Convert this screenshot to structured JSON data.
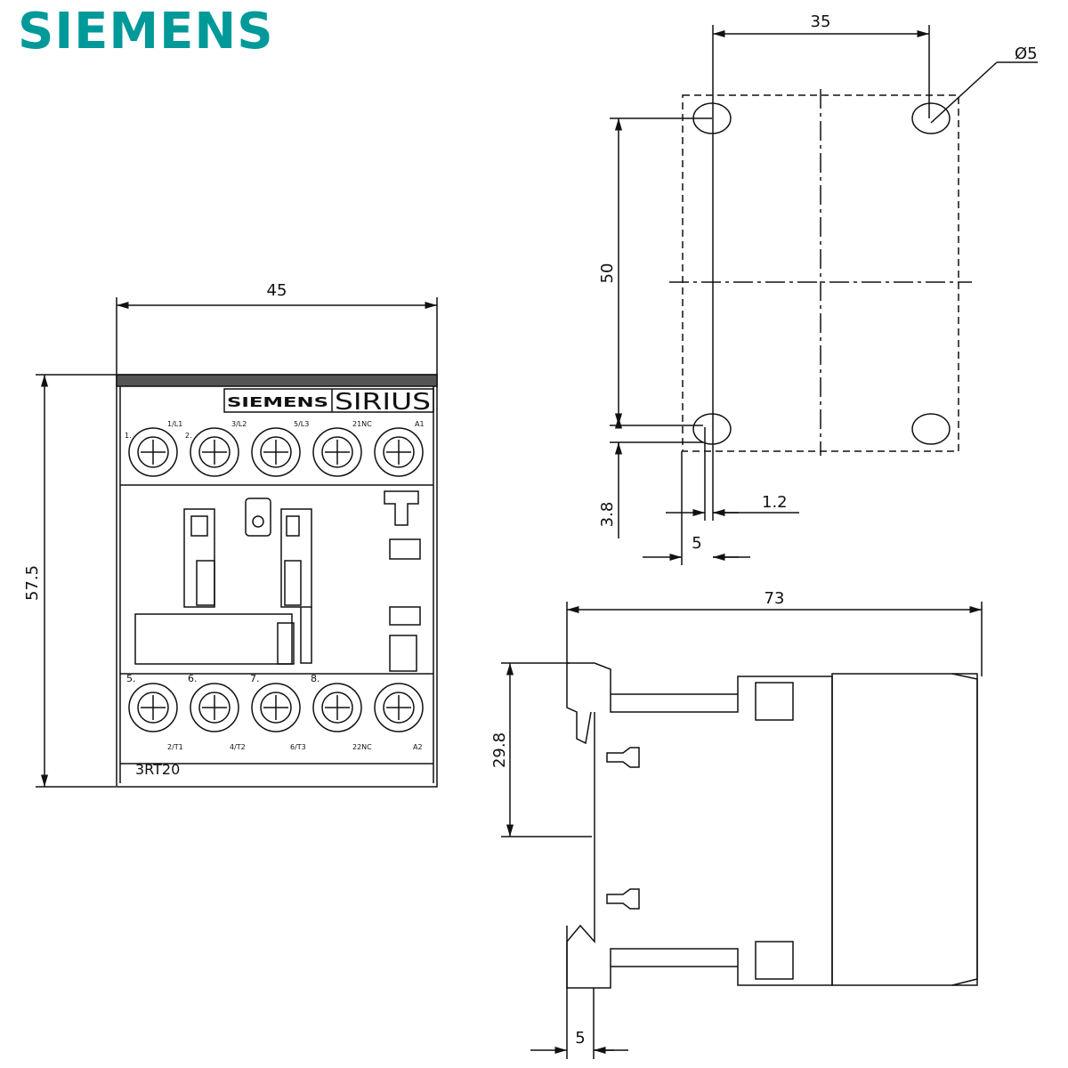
{
  "brand": {
    "logo": "SIEMENS",
    "logo_color": "#009999"
  },
  "front_view": {
    "width_label": "45",
    "height_label": "57.5",
    "label_siemens": "SIEMENS",
    "label_sirius": "SIRIUS",
    "model_label": "3RT20",
    "top_terminal_labels": [
      "1/L1",
      "3/L2",
      "5/L3",
      "21NC",
      "A1"
    ],
    "top_number_labels": [
      "1.",
      "2."
    ],
    "bottom_number_labels": [
      "5.",
      "6.",
      "7.",
      "8."
    ],
    "bottom_terminal_labels": [
      "2/T1",
      "4/T2",
      "6/T3",
      "22NC",
      "A2"
    ]
  },
  "mounting_view": {
    "hole_spacing_label": "35",
    "hole_diameter_label": "Ø5",
    "vertical_spacing_label": "50",
    "offset_vertical_label": "3.8",
    "offset_small_label": "1.2",
    "offset_horizontal_label": "5"
  },
  "side_view": {
    "depth_label": "73",
    "rail_height_label": "29.8",
    "bottom_offset_label": "5"
  },
  "colors": {
    "line": "#111111"
  }
}
